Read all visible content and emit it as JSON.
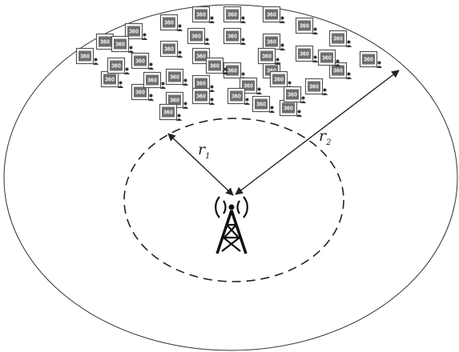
{
  "diagram": {
    "labels": {
      "r1": {
        "symbol": "r",
        "subscript": "1"
      },
      "r2": {
        "symbol": "r",
        "subscript": "2"
      }
    },
    "device_badge": "360",
    "device_count": 40,
    "colors": {
      "stroke": "#222222",
      "device_screen": "#6e6e6e",
      "device_frame": "#555555",
      "person": "#333333"
    }
  }
}
